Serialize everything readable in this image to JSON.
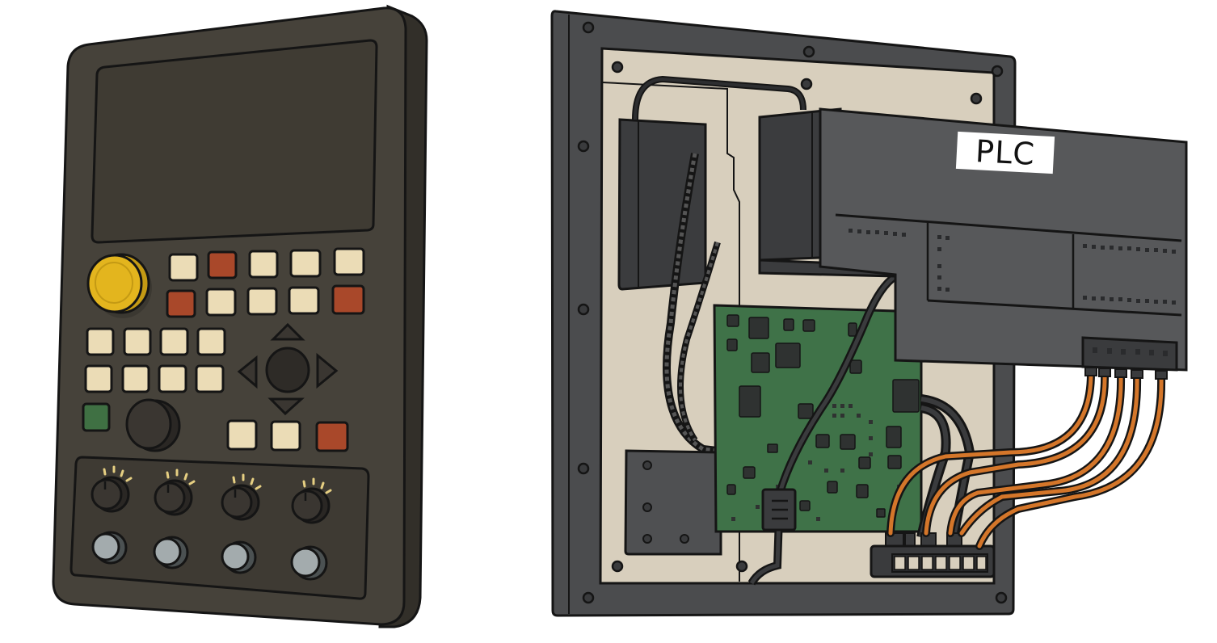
{
  "scene": {
    "description": "Illustration of a handheld CNC/industrial pendant controller and an open control panel with PLC",
    "background": "#ffffff"
  },
  "pendant": {
    "body_color": "#46423a",
    "screen_color": "#3f3b33",
    "estop_color": "#e3b51e",
    "key_colors": {
      "cream": "#ebdcb6",
      "orange": "#a9482a",
      "green": "#3f7043"
    },
    "top_keys": [
      [
        "cream",
        "orange",
        "cream",
        "cream",
        "cream"
      ],
      [
        "orange",
        "cream",
        "cream",
        "cream",
        "orange"
      ]
    ],
    "grid_keys_rows": 2,
    "grid_keys_cols": 4,
    "dpad": [
      "up",
      "left",
      "center",
      "right",
      "down"
    ],
    "bottom_keys": [
      "cream",
      "cream",
      "orange"
    ],
    "knobs_count": 4,
    "buttons_count": 4,
    "button_color": "#a3abad"
  },
  "panel": {
    "frame_color": "#4b4c4e",
    "backplate_color": "#d8cfbd",
    "pcb_color": "#3f7248",
    "wire_color": "#d4762a",
    "terminal_block_slots": 7
  },
  "plc": {
    "label": "PLC",
    "body_color": "#57585a",
    "connector_pins": 6,
    "wires_count": 5
  }
}
